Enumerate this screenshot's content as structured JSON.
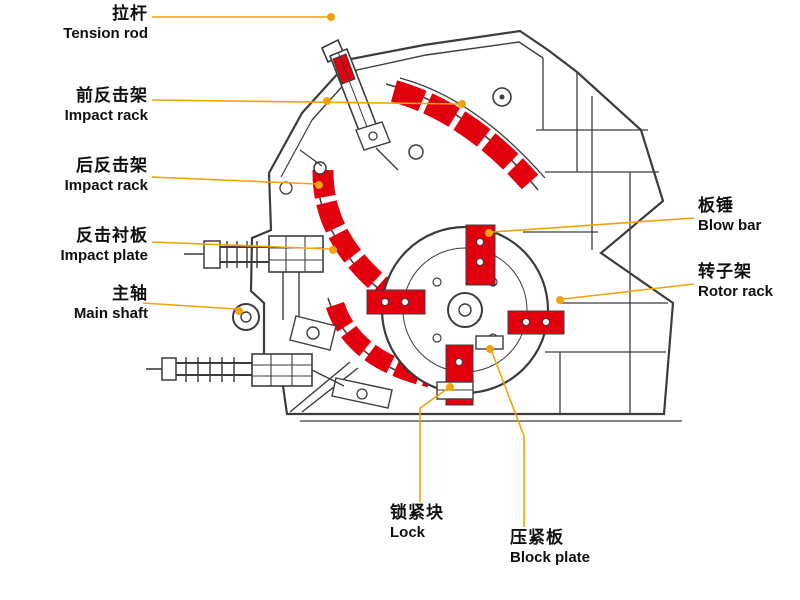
{
  "colors": {
    "highlight": "#e2000f",
    "leader": "#f0a30a",
    "line": "#3c3c3c",
    "text": "#101010"
  },
  "labels": {
    "tension_rod": {
      "zh": "拉杆",
      "en": "Tension rod"
    },
    "impact_rack_front": {
      "zh": "前反击架",
      "en": "Impact rack"
    },
    "impact_rack_rear": {
      "zh": "后反击架",
      "en": "Impact rack"
    },
    "impact_plate": {
      "zh": "反击衬板",
      "en": "Impact plate"
    },
    "main_shaft": {
      "zh": "主轴",
      "en": "Main shaft"
    },
    "blow_bar": {
      "zh": "板锤",
      "en": "Blow bar"
    },
    "rotor_rack": {
      "zh": "转子架",
      "en": "Rotor rack"
    },
    "lock": {
      "zh": "锁紧块",
      "en": "Lock"
    },
    "block_plate": {
      "zh": "压紧板",
      "en": "Block plate"
    }
  }
}
